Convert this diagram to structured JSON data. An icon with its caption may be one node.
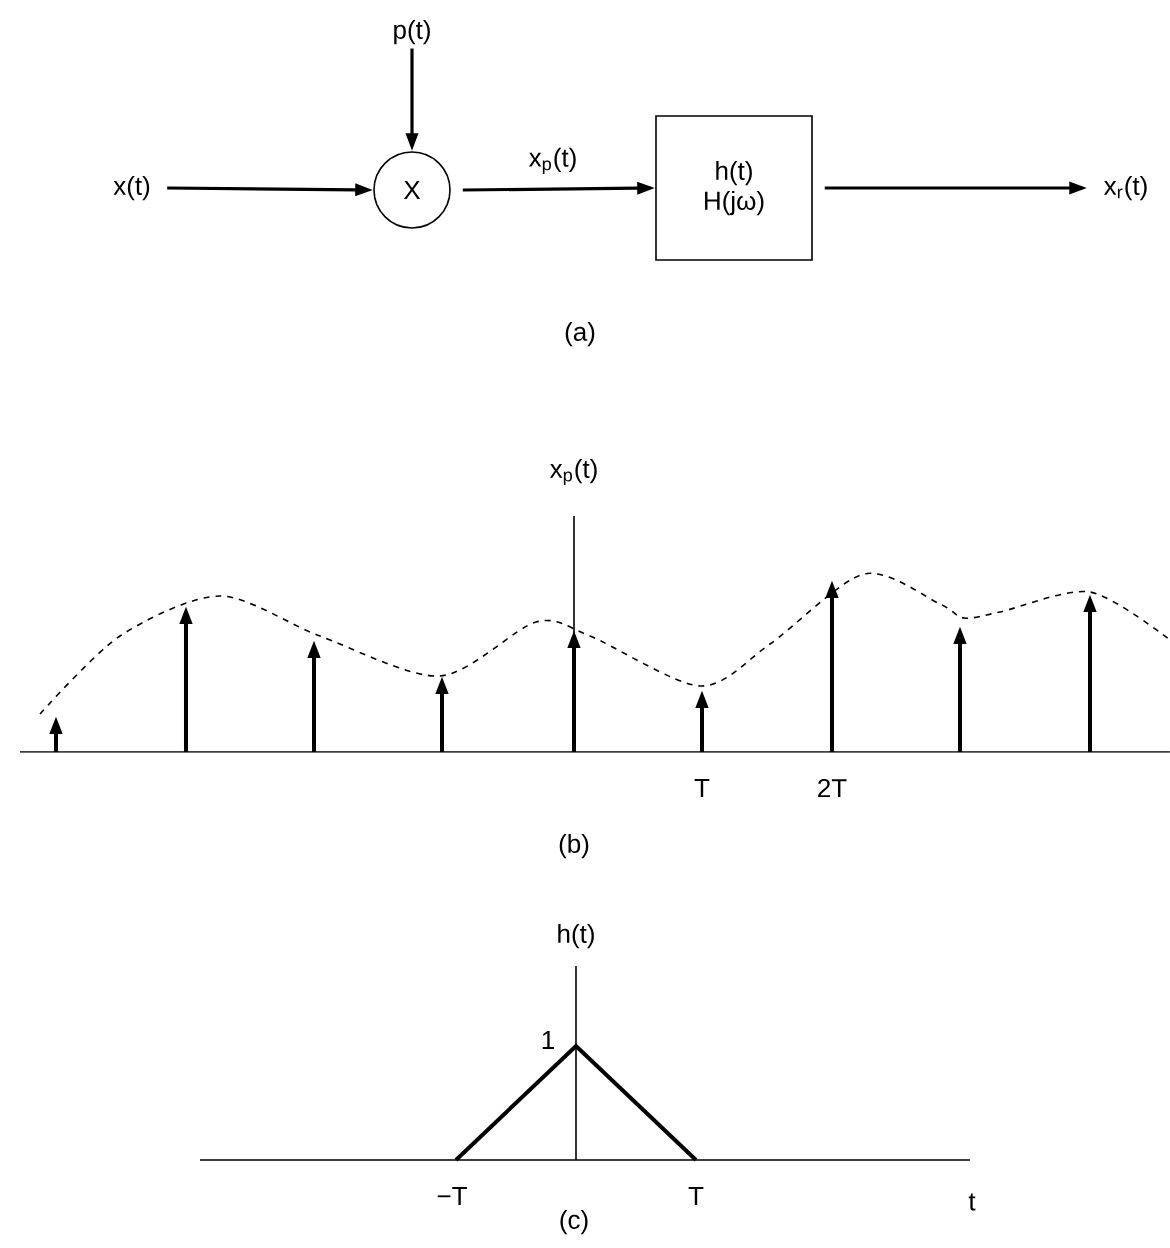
{
  "diagram": {
    "nodes": [
      {
        "text": [
          "x(t)"
        ]
      },
      {
        "text": [
          "p(t)"
        ]
      },
      {
        "text": [
          "X"
        ]
      },
      {
        "text": [
          "h(t)",
          "H(jω)"
        ]
      },
      {
        "text": [
          "x$_{r}$(t)"
        ]
      }
    ],
    "edges": [
      {
        "from": 0,
        "to": 2,
        "arrow": "to"
      },
      {
        "from": 1,
        "to": 2,
        "arrow": "to"
      },
      {
        "from": 2,
        "to": 3,
        "arrow": "to",
        "label": "x$_{p}$(t)"
      },
      {
        "from": 3,
        "to": 4,
        "arrow": "to"
      }
    ],
    "labels": [
      "(a)",
      "x$_{p}$(t)",
      "T",
      "2T",
      "(b)",
      "h(t)",
      "1",
      "−T",
      "T",
      "t",
      "(c)"
    ]
  }
}
